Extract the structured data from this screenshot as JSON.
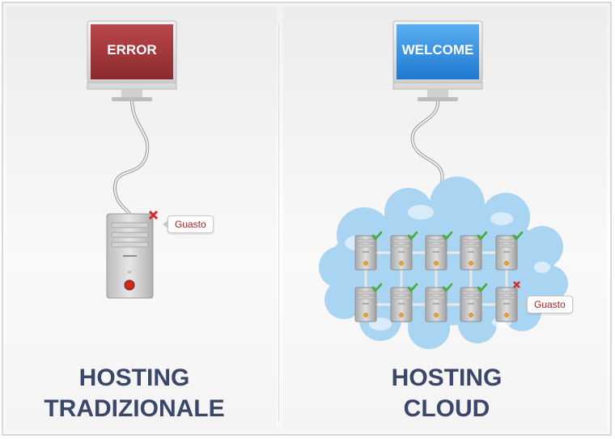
{
  "left": {
    "monitor_text": "ERROR",
    "fault_label": "Guasto",
    "title_line1": "HOSTING",
    "title_line2": "TRADIZIONALE"
  },
  "right": {
    "monitor_text": "WELCOME",
    "fault_label": "Guasto",
    "title_line1": "HOSTING",
    "title_line2": "CLOUD",
    "servers": [
      {
        "row": 1,
        "col": 1,
        "status": "ok"
      },
      {
        "row": 1,
        "col": 2,
        "status": "ok"
      },
      {
        "row": 1,
        "col": 3,
        "status": "ok"
      },
      {
        "row": 1,
        "col": 4,
        "status": "ok"
      },
      {
        "row": 1,
        "col": 5,
        "status": "ok"
      },
      {
        "row": 2,
        "col": 1,
        "status": "ok"
      },
      {
        "row": 2,
        "col": 2,
        "status": "ok"
      },
      {
        "row": 2,
        "col": 3,
        "status": "ok"
      },
      {
        "row": 2,
        "col": 4,
        "status": "ok"
      },
      {
        "row": 2,
        "col": 5,
        "status": "fault"
      }
    ]
  },
  "colors": {
    "error_screen": "#a8383c",
    "welcome_screen": "#2f8fe0",
    "cloud": "#a9d4f2",
    "title": "#3b4768",
    "ok_check": "#3fae3a",
    "fault_mark": "#d42a2a"
  }
}
